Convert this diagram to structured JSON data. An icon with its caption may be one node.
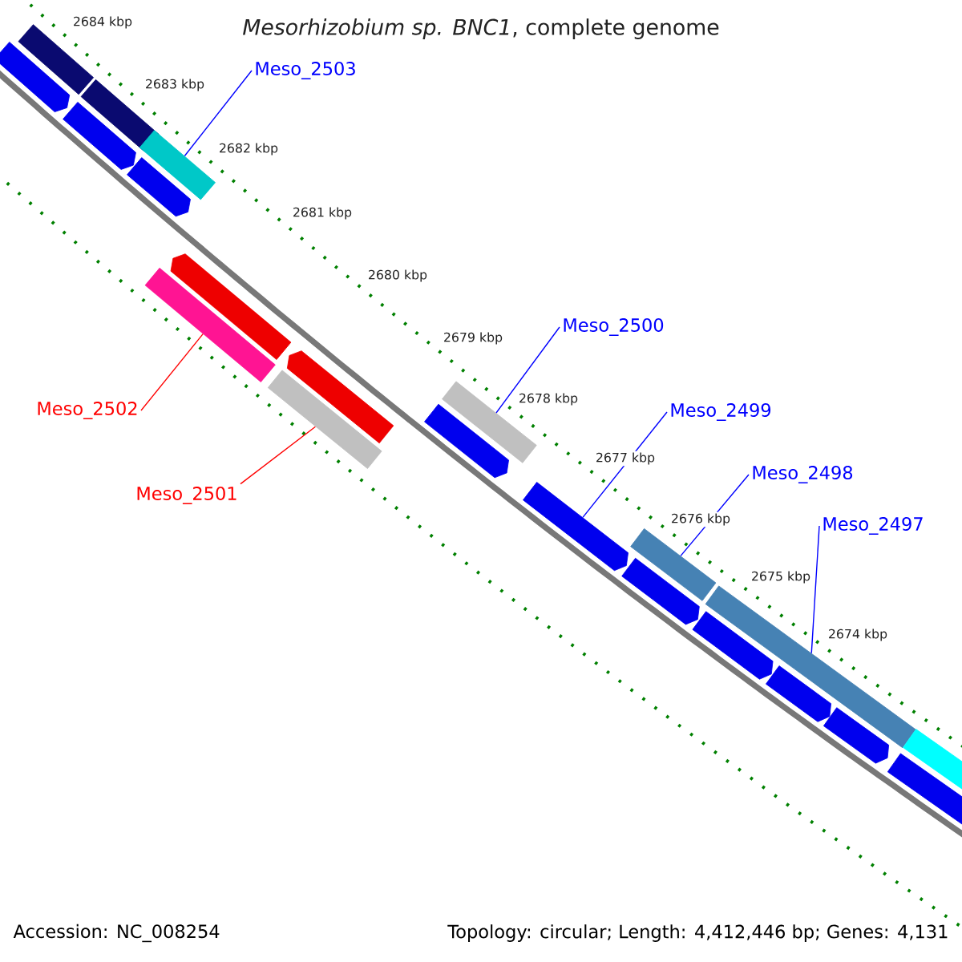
{
  "diagram": {
    "title": "*Mesorhizobium sp. BNC1*, complete genome",
    "nodes": [
      {
        "text": [
          "Meso_2503"
        ]
      },
      {
        "text": [
          "Meso_2502"
        ]
      },
      {
        "text": [
          "Meso_2501"
        ]
      },
      {
        "text": [
          "Meso_2500"
        ]
      },
      {
        "text": [
          "Meso_2499"
        ]
      },
      {
        "text": [
          "Meso_2498"
        ]
      },
      {
        "text": [
          "Meso_2497"
        ]
      },
      {
        "text": [],
        "shape": "bar"
      },
      {
        "text": [],
        "shape": "bar"
      },
      {
        "text": [],
        "shape": "bar"
      },
      {
        "text": [],
        "shape": "bar"
      },
      {
        "text": [],
        "shape": "bar"
      },
      {
        "text": [],
        "shape": "bar"
      },
      {
        "text": [],
        "shape": "bar"
      },
      {
        "text": [],
        "shape": "bar"
      },
      {
        "text": [],
        "shape": "bar"
      },
      {
        "text": [],
        "shape": "bar"
      },
      {
        "text": [],
        "shape": "bar"
      },
      {
        "text": [],
        "shape": "bar"
      },
      {
        "text": [],
        "shape": "bar"
      },
      {
        "text": [],
        "shape": "bar"
      },
      {
        "text": [],
        "shape": "bar"
      },
      {
        "text": [],
        "shape": "bar"
      },
      {
        "text": [],
        "shape": "bar"
      },
      {
        "text": [],
        "shape": "bar"
      },
      {
        "text": [],
        "shape": "bar"
      },
      {
        "text": [],
        "shape": "bar"
      },
      {
        "text": [],
        "shape": "bar"
      }
    ],
    "edges": [
      {
        "from": 0,
        "to": 12,
        "arrow": "none"
      },
      {
        "from": 1,
        "to": 13,
        "arrow": "none",
        "color": "#ff0000"
      },
      {
        "from": 2,
        "to": 15,
        "arrow": "none",
        "color": "#ff0000"
      },
      {
        "from": 3,
        "to": 18,
        "arrow": "none"
      },
      {
        "from": 4,
        "to": 19,
        "arrow": "none"
      },
      {
        "from": 5,
        "to": 21,
        "arrow": "none"
      },
      {
        "from": 6,
        "to": 24,
        "arrow": "none"
      }
    ],
    "labels": [
      "2684 kbp",
      "2683 kbp",
      "2682 kbp",
      "2681 kbp",
      "2680 kbp",
      "2679 kbp",
      "2678 kbp",
      "2677 kbp",
      "2676 kbp",
      "2675 kbp",
      "2674 kbp",
      "Accession: NC_008254",
      "Topology: circular; Length: 4,412,446 bp; Genes: 4,131"
    ]
  }
}
